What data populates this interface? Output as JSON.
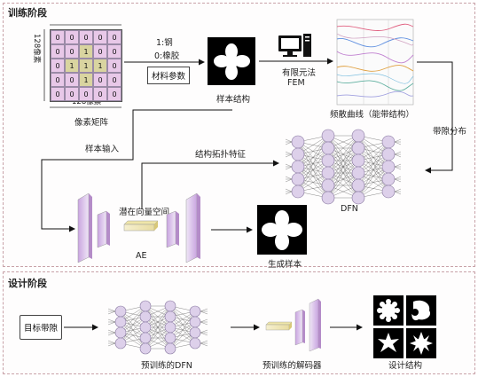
{
  "training": {
    "title": "训练阶段",
    "matrix": {
      "values": [
        [
          0,
          0,
          0,
          0,
          0
        ],
        [
          0,
          0,
          1,
          0,
          0
        ],
        [
          0,
          1,
          1,
          1,
          0
        ],
        [
          0,
          0,
          1,
          0,
          0
        ],
        [
          0,
          0,
          0,
          0,
          0
        ]
      ],
      "size_top": "128像素",
      "size_left": "128像素",
      "caption": "像素矩阵"
    },
    "material": {
      "line1": "1:钢",
      "line2": "0:橡胶",
      "button": "材料参数"
    },
    "sample_caption": "样本结构",
    "fem_label_1": "有限元法",
    "fem_label_2": "FEM",
    "curve_caption": "频散曲线（能带结构）",
    "bandgap_label": "带隙分布",
    "sample_input_label": "样本输入",
    "topology_label": "结构拓扑特征",
    "latent_label": "潜在向量空间",
    "ae_label": "AE",
    "dfn_label": "DFN",
    "generated_caption": "生成样本"
  },
  "design": {
    "title": "设计阶段",
    "target_box": "目标带隙",
    "pretrained_dfn": "预训练的DFN",
    "pretrained_decoder": "预训练的解码器",
    "design_caption": "设计结构"
  },
  "colors": {
    "panel_border": "#c8a2a8",
    "curve_colors": [
      "#e06080",
      "#6090e0",
      "#c080d0",
      "#e0a040",
      "#60b0a0",
      "#a0a0e0"
    ],
    "node_fill": "#ddd0ea",
    "node_stroke": "#8878a0"
  }
}
